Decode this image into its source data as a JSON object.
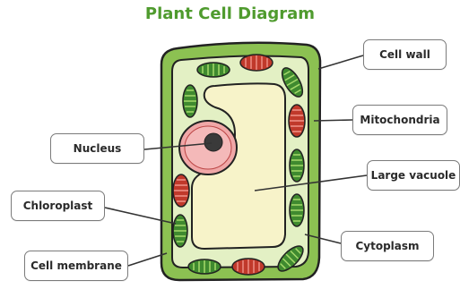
{
  "title": "Plant Cell Diagram",
  "labels": {
    "cell_wall": "Cell wall",
    "mitochondria": "Mitochondria",
    "nucleus": "Nucleus",
    "large_vacuole": "Large vacuole",
    "chloroplast": "Chloroplast",
    "cytoplasm": "Cytoplasm",
    "cell_membrane": "Cell membrane"
  },
  "colors": {
    "title": "#4f9b2e",
    "cell_wall": "#8cc152",
    "cytoplasm": "#e3f0c4",
    "vacuole": "#f7f3c9",
    "nucleus": "#f0a7a7",
    "nucleolus": "#3a3a3a",
    "chloroplast": "#3f8a2f",
    "mitochondria": "#c0392b",
    "outline": "#222222"
  }
}
